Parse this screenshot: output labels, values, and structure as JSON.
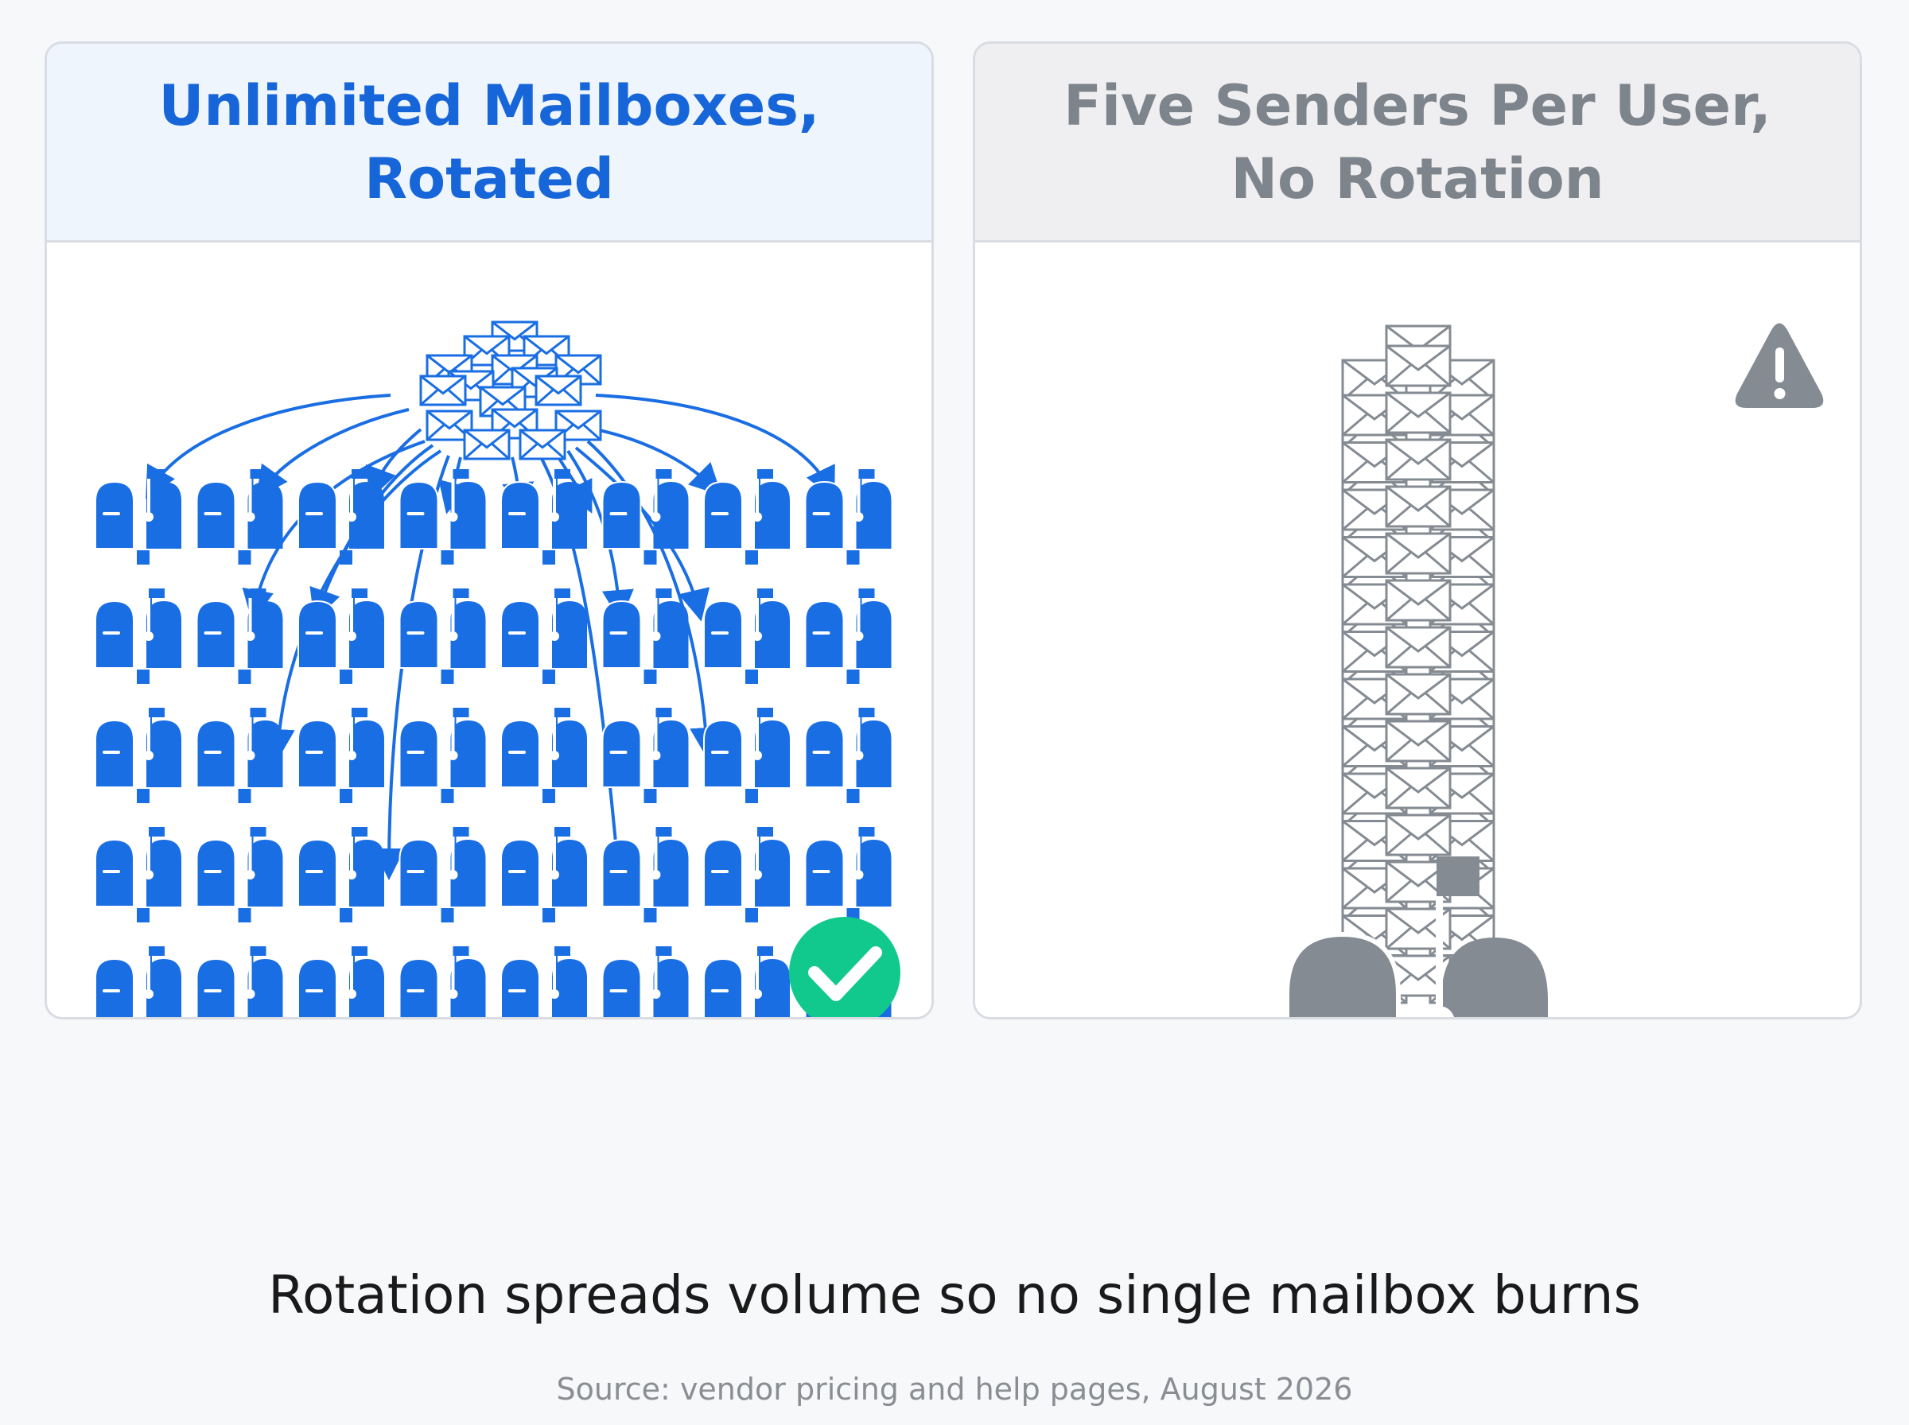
{
  "comparison": {
    "left": {
      "title_line1": "Unlimited Mailboxes,",
      "title_line2": "Rotated",
      "mailbox_count": 46,
      "status_icon": "check-circle-icon",
      "color": "#1a6ee3"
    },
    "right": {
      "title_line1": "Five Senders Per User,",
      "title_line2": "No Rotation",
      "mailbox_count": 1,
      "status_icon": "warning-triangle-icon",
      "color": "#858b92"
    }
  },
  "caption": "Rotation spreads volume so no single mailbox burns",
  "source": "Source: vendor pricing and help pages, August 2026",
  "colors": {
    "accent_blue": "#1a6ee3",
    "neutral_gray": "#858b92",
    "success_green": "#12c98d"
  }
}
